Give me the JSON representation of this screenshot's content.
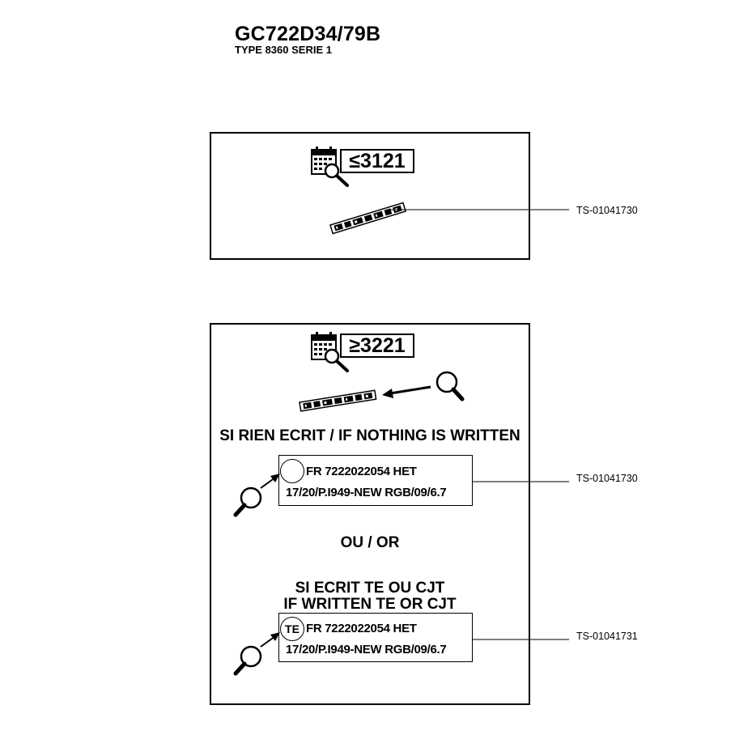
{
  "header": {
    "model": "GC722D34/79B",
    "type_line": "TYPE 8360 SERIE 1"
  },
  "panel_top": {
    "date_code": "≤3121",
    "reference": "TS-01041730"
  },
  "panel_bottom": {
    "date_code": "≥3221",
    "condition_1": "SI RIEN ECRIT  / IF NOTHING IS WRITTEN",
    "label_1": {
      "line1": "FR 7222022054 HET",
      "line2": "17/20/P.I949-NEW RGB/09/6.7",
      "mark": ""
    },
    "reference_1": "TS-01041730",
    "or_text": "OU / OR",
    "condition_2_line1": "SI ECRIT TE  OU CJT",
    "condition_2_line2": "IF WRITTEN TE  OR  CJT",
    "label_2": {
      "line1": "FR 7222022054 HET",
      "line2": "17/20/P.I949-NEW RGB/09/6.7",
      "mark": "TE"
    },
    "reference_2": "TS-01041731"
  },
  "icons": [
    "calendar-search-icon",
    "magnifier-icon",
    "arrow-icon",
    "rating-label-strip"
  ]
}
